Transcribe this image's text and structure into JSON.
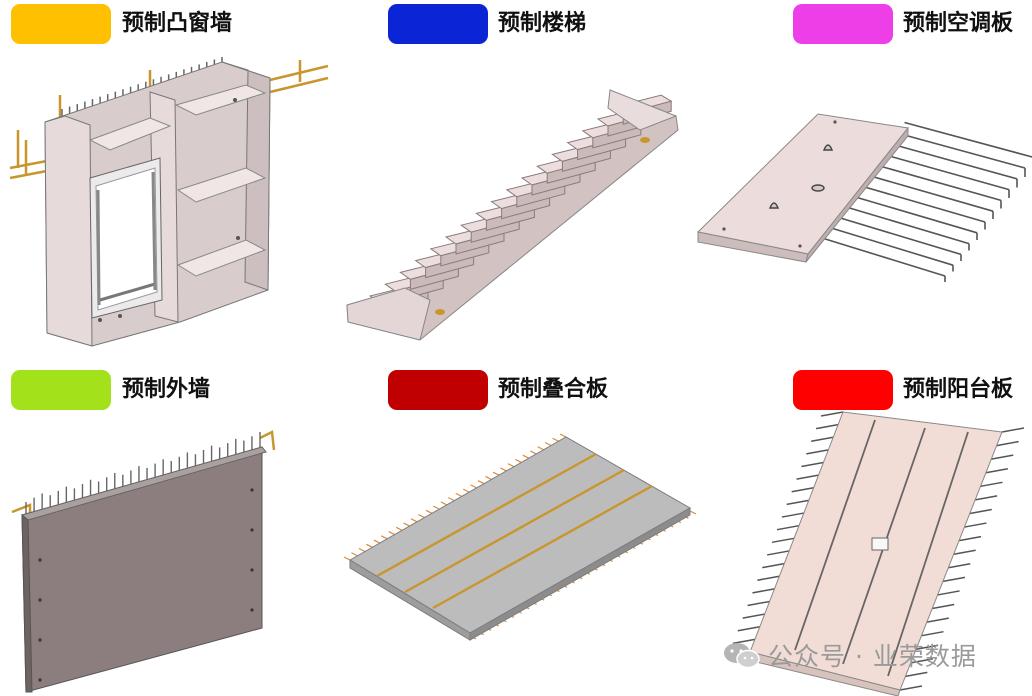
{
  "items": [
    {
      "label": "预制凸窗墙",
      "color": "#FFC000"
    },
    {
      "label": "预制楼梯",
      "color": "#0A24D6"
    },
    {
      "label": "预制空调板",
      "color": "#EE3EE8"
    },
    {
      "label": "预制外墙",
      "color": "#A3E21B"
    },
    {
      "label": "预制叠合板",
      "color": "#C00000"
    },
    {
      "label": "预制阳台板",
      "color": "#FF0000"
    }
  ],
  "watermark": {
    "text": "公众号 · 业荣数据",
    "icon": "wechat-icon"
  }
}
